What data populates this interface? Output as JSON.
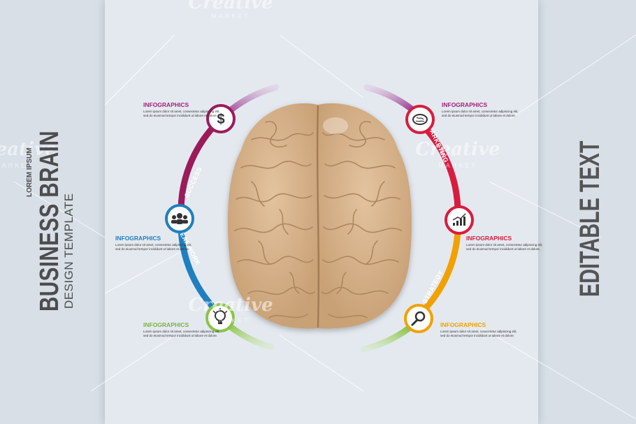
{
  "left_panel": {
    "title": "BUSINESS BRAIN",
    "subtitle": "DESIGN TEMPLATE",
    "lorem": "LOREM IPSUM"
  },
  "right_panel": {
    "title": "EDITABLE TEXT"
  },
  "watermark": {
    "brand": "Creative",
    "sub": "MARKET"
  },
  "segments": [
    {
      "label": "SUCCESS",
      "color": "#9b1b5a",
      "icon": "dollar-icon"
    },
    {
      "label": "TEAMWORK",
      "color": "#1f7fc0",
      "icon": "team-icon"
    },
    {
      "label": "MARKETING",
      "color": "#d81c3f",
      "icon": "brain-icon"
    },
    {
      "label": "STRATEGY",
      "color": "#f2a100",
      "icon": "chart-icon"
    }
  ],
  "end_icons": [
    {
      "icon": "lightbulb-icon",
      "color": "#8bc34a"
    },
    {
      "icon": "magnifier-icon",
      "color": "#f2a100"
    }
  ],
  "info_blocks": [
    {
      "heading": "INFOGRAPHICS",
      "color": "#a3207c",
      "text": "Lorem ipsum dolor sit amet, consectetur adipiscing elit, sed do eiusmod tempor incididunt ut labore et dolore."
    },
    {
      "heading": "INFOGRAPHICS",
      "color": "#1f7fc0",
      "text": "Lorem ipsum dolor sit amet, consectetur adipiscing elit, sed do eiusmod tempor incididunt ut labore et dolore."
    },
    {
      "heading": "INFOGRAPHICS",
      "color": "#7cb342",
      "text": "Lorem ipsum dolor sit amet, consectetur adipiscing elit, sed do eiusmod tempor incididunt ut labore et dolore."
    },
    {
      "heading": "INFOGRAPHICS",
      "color": "#a3207c",
      "text": "Lorem ipsum dolor sit amet, consectetur adipiscing elit, sed do eiusmod tempor incididunt ut labore et dolore."
    },
    {
      "heading": "INFOGRAPHICS",
      "color": "#d81c3f",
      "text": "Lorem ipsum dolor sit amet, consectetur adipiscing elit, sed do eiusmod tempor incididunt ut labore et dolore."
    },
    {
      "heading": "INFOGRAPHICS",
      "color": "#f2a100",
      "text": "Lorem ipsum dolor sit amet, consectetur adipiscing elit, sed do eiusmod tempor incididunt ut labore et dolore."
    }
  ],
  "colors": {
    "brain_fill": "#d7b48e",
    "brain_line": "#b08a63",
    "background": "#e4e9ef"
  }
}
